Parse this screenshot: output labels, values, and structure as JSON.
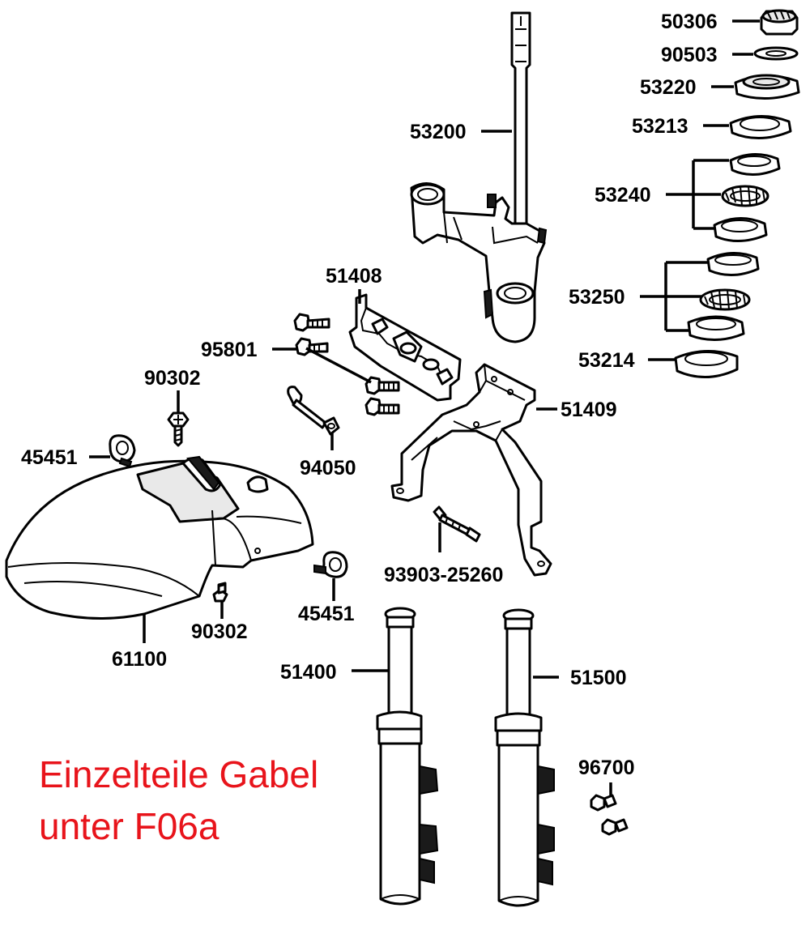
{
  "labels": {
    "p50306": "50306",
    "p90503": "90503",
    "p53220": "53220",
    "p53213": "53213",
    "p53240": "53240",
    "p53250": "53250",
    "p53214": "53214",
    "p53200": "53200",
    "p51408": "51408",
    "p95801": "95801",
    "p90302a": "90302",
    "p45451a": "45451",
    "p94050": "94050",
    "p51409": "51409",
    "p93903": "93903-25260",
    "p45451b": "45451",
    "p90302b": "90302",
    "p61100": "61100",
    "p51400": "51400",
    "p51500": "51500",
    "p96700": "96700"
  },
  "note": {
    "line1": "Einzelteile Gabel",
    "line2": "unter F06a",
    "color": "#e8141b"
  }
}
